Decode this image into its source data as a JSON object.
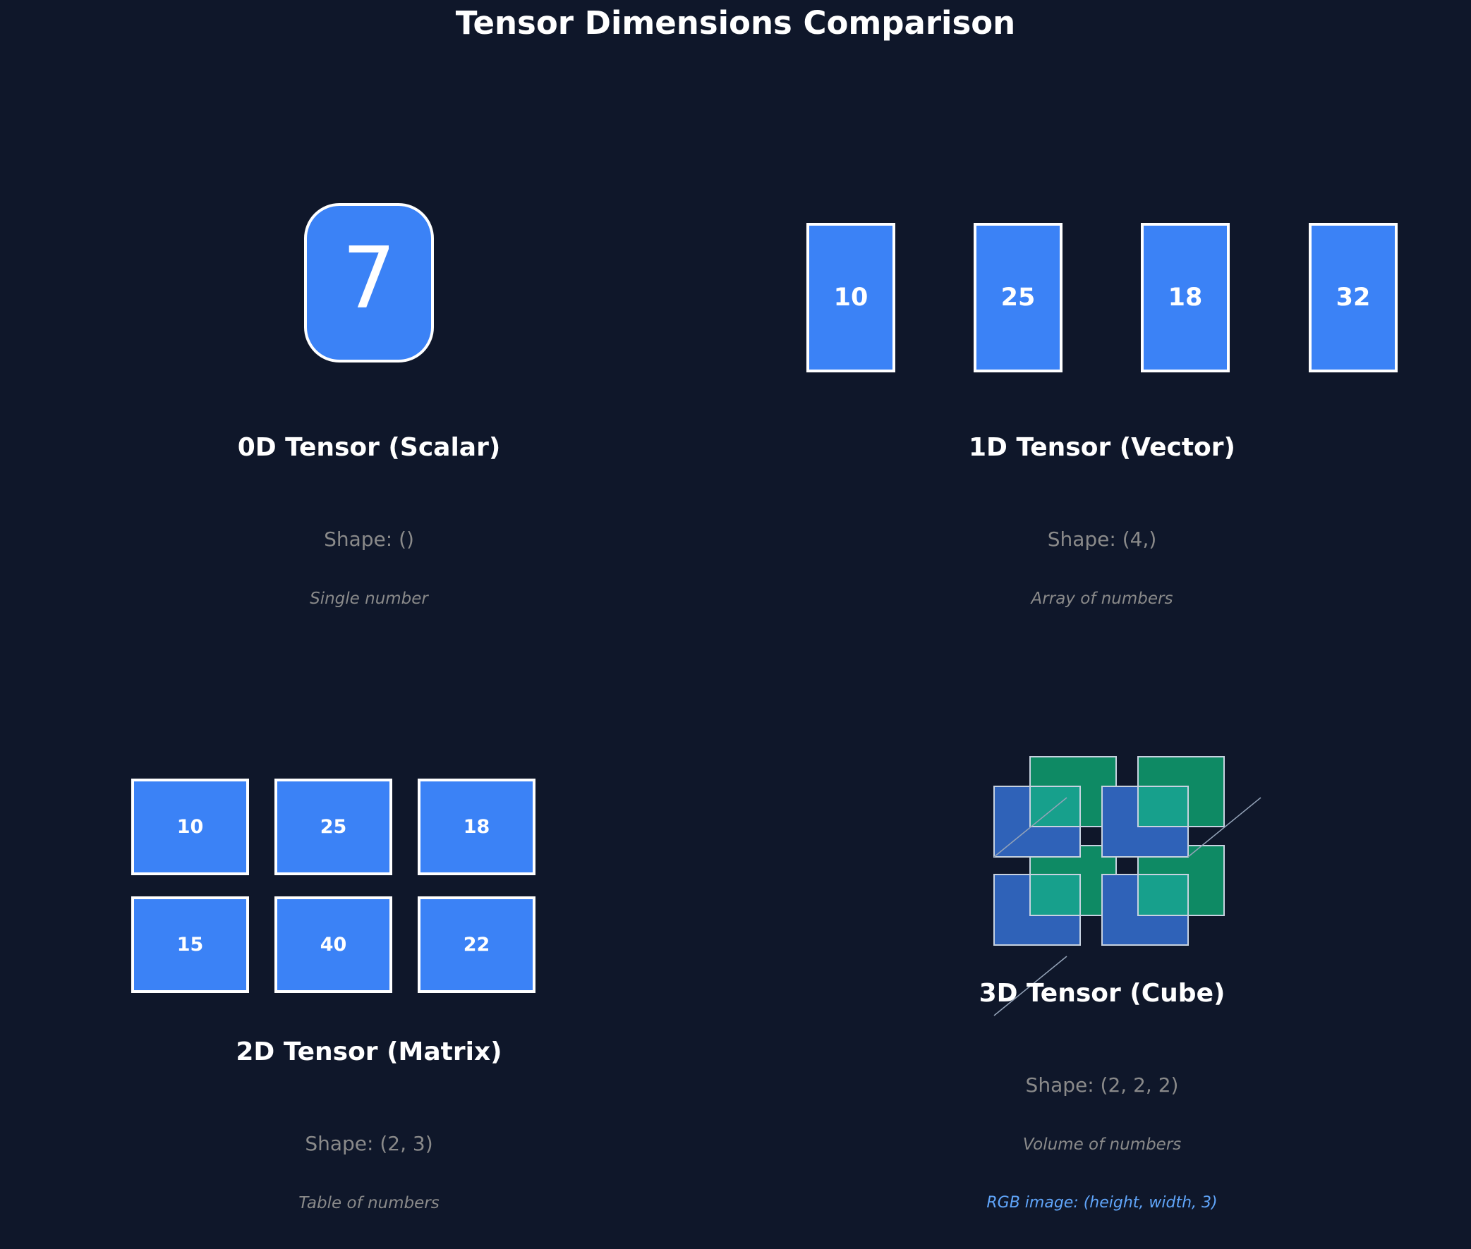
{
  "title": "Tensor Dimensions Comparison",
  "colors": {
    "background": "#0f172a",
    "cell_fill": "#3b82f6",
    "cell_stroke": "#ffffff",
    "cube_front": "#2f62b8",
    "cube_back": "#0e8a64",
    "cube_overlap": "#17a08c",
    "muted_text": "#8a8a8a",
    "note_text": "#60a5fa"
  },
  "panels": {
    "scalar": {
      "title": "0D Tensor (Scalar)",
      "shape": "Shape: ()",
      "description": "Single number",
      "value": "7"
    },
    "vector": {
      "title": "1D Tensor (Vector)",
      "shape": "Shape: (4,)",
      "description": "Array of numbers",
      "values": [
        "10",
        "25",
        "18",
        "32"
      ]
    },
    "matrix": {
      "title": "2D Tensor (Matrix)",
      "shape": "Shape: (2, 3)",
      "description": "Table of numbers",
      "rows": [
        [
          "10",
          "25",
          "18"
        ],
        [
          "15",
          "40",
          "22"
        ]
      ]
    },
    "cube": {
      "title": "3D Tensor (Cube)",
      "shape": "Shape: (2, 2, 2)",
      "description": "Volume of numbers",
      "note": "RGB image: (height, width, 3)"
    }
  }
}
